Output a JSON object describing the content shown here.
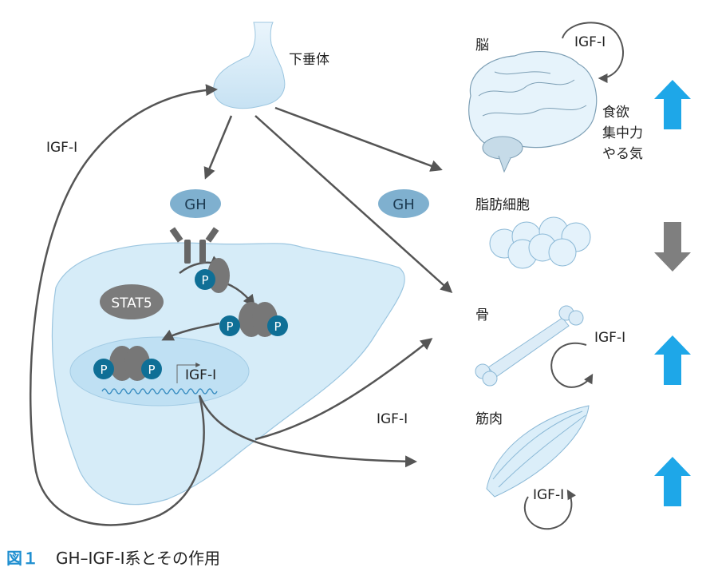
{
  "labels": {
    "pituitary": "下垂体",
    "brain": "脳",
    "brain_effect_1": "食欲",
    "brain_effect_2": "集中力",
    "brain_effect_3": "やる気",
    "fat": "脂肪細胞",
    "bone": "骨",
    "muscle": "筋肉",
    "gh_liver": "GH",
    "gh_center": "GH",
    "stat5": "STAT5",
    "phospho": "P",
    "igf1_left": "IGF-Ⅰ",
    "igf1_nucleus": "IGF-Ⅰ",
    "igf1_center": "IGF-Ⅰ",
    "igf1_brain": "IGF-Ⅰ",
    "igf1_bone": "IGF-Ⅰ",
    "igf1_muscle": "IGF-Ⅰ"
  },
  "effects": {
    "brain": "up",
    "fat": "down",
    "bone": "up",
    "muscle": "up"
  },
  "colors": {
    "up_arrow": "#1ea7e8",
    "down_arrow": "#7f7f7f",
    "organ_fill": "#d6ecf8",
    "organ_stroke": "#8ab8d6",
    "gh_bubble": "#7fb0cf",
    "phospho": "#0f6f96",
    "arrow": "#555555"
  },
  "caption": {
    "figure": "図１",
    "title": "GH–IGF-Ⅰ系とその作用"
  }
}
